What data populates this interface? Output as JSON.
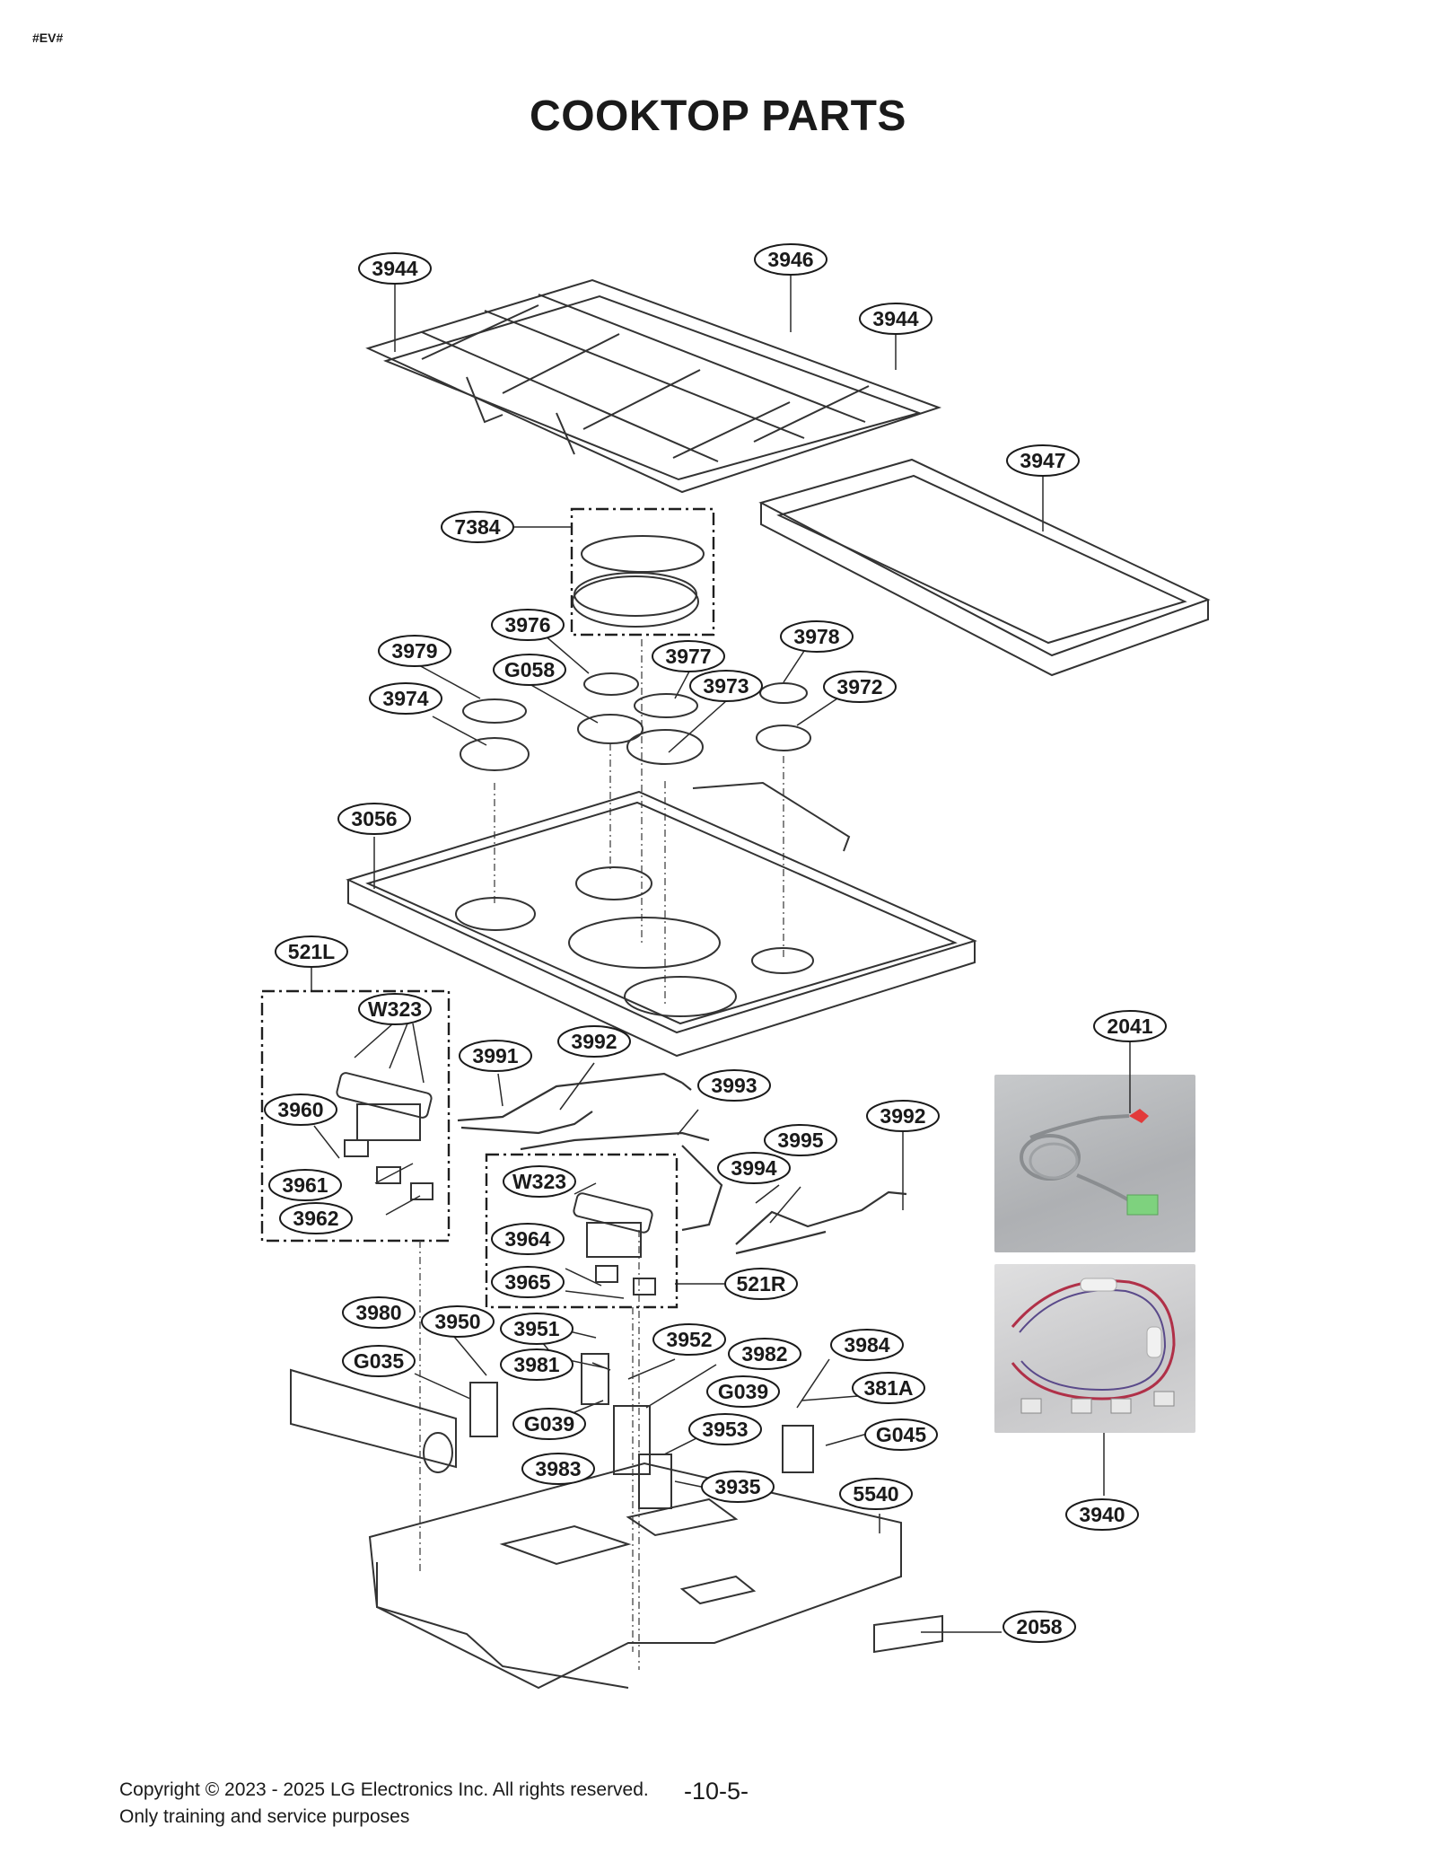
{
  "header_code": "#EV#",
  "title": "COOKTOP PARTS",
  "callouts": [
    {
      "id": "c3944a",
      "text": "3944"
    },
    {
      "id": "c3946",
      "text": "3946"
    },
    {
      "id": "c3944b",
      "text": "3944"
    },
    {
      "id": "c3947",
      "text": "3947"
    },
    {
      "id": "c7384",
      "text": "7384"
    },
    {
      "id": "c3976",
      "text": "3976"
    },
    {
      "id": "c3979",
      "text": "3979"
    },
    {
      "id": "cG058",
      "text": "G058"
    },
    {
      "id": "c3977",
      "text": "3977"
    },
    {
      "id": "c3978",
      "text": "3978"
    },
    {
      "id": "c3974",
      "text": "3974"
    },
    {
      "id": "c3973",
      "text": "3973"
    },
    {
      "id": "c3972",
      "text": "3972"
    },
    {
      "id": "c3056",
      "text": "3056"
    },
    {
      "id": "c521L",
      "text": "521L"
    },
    {
      "id": "cW323a",
      "text": "W323"
    },
    {
      "id": "c2041",
      "text": "2041"
    },
    {
      "id": "c3991",
      "text": "3991"
    },
    {
      "id": "c3992a",
      "text": "3992"
    },
    {
      "id": "c3993",
      "text": "3993"
    },
    {
      "id": "c3960",
      "text": "3960"
    },
    {
      "id": "c3992b",
      "text": "3992"
    },
    {
      "id": "c3995",
      "text": "3995"
    },
    {
      "id": "c3994",
      "text": "3994"
    },
    {
      "id": "cW323b",
      "text": "W323"
    },
    {
      "id": "c3961",
      "text": "3961"
    },
    {
      "id": "c3962",
      "text": "3962"
    },
    {
      "id": "c3964",
      "text": "3964"
    },
    {
      "id": "c3965",
      "text": "3965"
    },
    {
      "id": "c521R",
      "text": "521R"
    },
    {
      "id": "c3980",
      "text": "3980"
    },
    {
      "id": "c3950",
      "text": "3950"
    },
    {
      "id": "c3951",
      "text": "3951"
    },
    {
      "id": "c3952",
      "text": "3952"
    },
    {
      "id": "c3982",
      "text": "3982"
    },
    {
      "id": "c3984",
      "text": "3984"
    },
    {
      "id": "cG035",
      "text": "G035"
    },
    {
      "id": "c3981",
      "text": "3981"
    },
    {
      "id": "cG039a",
      "text": "G039"
    },
    {
      "id": "c381A",
      "text": "381A"
    },
    {
      "id": "cG039b",
      "text": "G039"
    },
    {
      "id": "c3953",
      "text": "3953"
    },
    {
      "id": "cG045",
      "text": "G045"
    },
    {
      "id": "c3983",
      "text": "3983"
    },
    {
      "id": "c3935",
      "text": "3935"
    },
    {
      "id": "c5540",
      "text": "5540"
    },
    {
      "id": "c3940",
      "text": "3940"
    },
    {
      "id": "c2058",
      "text": "2058"
    }
  ],
  "footer": {
    "copyright": "Copyright © 2023 - 2025 LG Electronics Inc. All rights reserved.",
    "purpose": "Only training and service purposes",
    "page_number": "-10-5-"
  }
}
